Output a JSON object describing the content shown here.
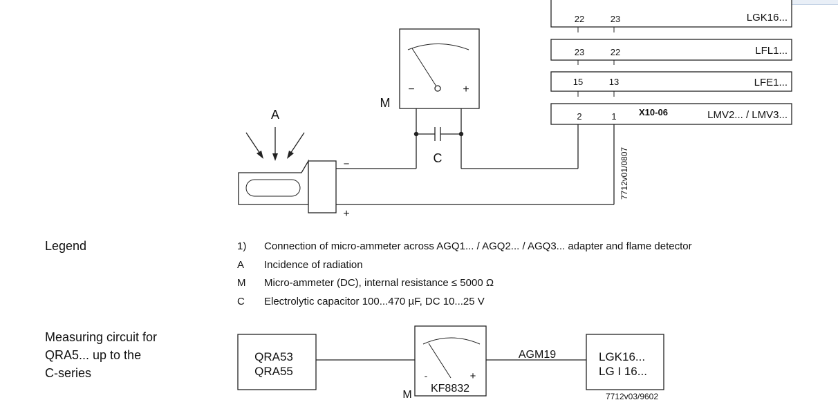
{
  "circuit1": {
    "label_radiation": "A",
    "label_meter": "M",
    "label_capacitor": "C",
    "meter_minus": "−",
    "meter_plus": "+",
    "detector_minus": "−",
    "detector_plus": "+",
    "drawing_number": "7712v01/0807",
    "terminal_label": "X10-06",
    "units": [
      {
        "left_terminal": "22",
        "right_terminal": "23",
        "name": "LGK16..."
      },
      {
        "left_terminal": "23",
        "right_terminal": "22",
        "name": "LFL1..."
      },
      {
        "left_terminal": "15",
        "right_terminal": "13",
        "name": "LFE1..."
      },
      {
        "left_terminal": "2",
        "right_terminal": "1",
        "name": "LMV2... / LMV3..."
      }
    ]
  },
  "legend": {
    "heading": "Legend",
    "items": [
      {
        "key": "1)",
        "text": "Connection of micro-ammeter across AGQ1... / AGQ2... / AGQ3... adapter and flame detector"
      },
      {
        "key": "A",
        "text": "Incidence of radiation"
      },
      {
        "key": "M",
        "text": "Micro-ammeter (DC), internal resistance ≤ 5000 Ω"
      },
      {
        "key": "C",
        "text": "Electrolytic capacitor 100...470 µF, DC 10...25 V"
      }
    ]
  },
  "circuit2": {
    "heading_lines": [
      "Measuring circuit for",
      "QRA5... up to the",
      "C-series"
    ],
    "detector_lines": [
      "QRA53",
      "QRA55"
    ],
    "meter_label": "M",
    "meter_model": "KF8832",
    "meter_minus": "-",
    "meter_plus": "+",
    "cable_label": "AGM19",
    "control_lines": [
      "LGK16...",
      "LG I 16..."
    ],
    "drawing_number": "7712v03/9602"
  }
}
